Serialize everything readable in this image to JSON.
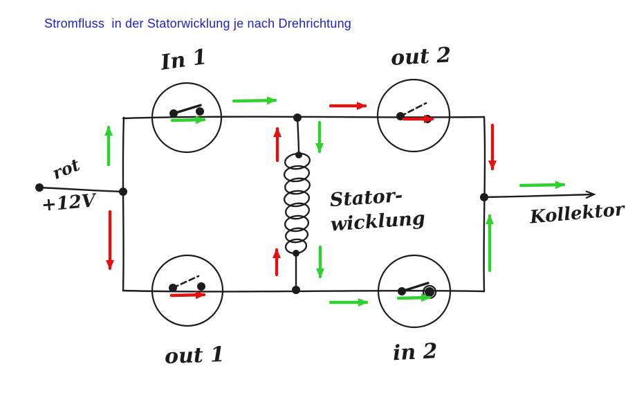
{
  "title": "Stromfluss  in der Statorwicklung je nach Drehrichtung",
  "switches": {
    "top_left": {
      "label": "In 1"
    },
    "top_right": {
      "label": "out 2"
    },
    "bottom_left": {
      "label": "out 1"
    },
    "bottom_right": {
      "label": "in 2"
    }
  },
  "supply": {
    "wire_color_label": "rot",
    "voltage": "+12V"
  },
  "coil": {
    "label_line1": "Stator-",
    "label_line2": "wicklung"
  },
  "output": {
    "label": "Kollektor"
  },
  "colors": {
    "ink": "#1c1c1c",
    "green": "#2fd12f",
    "red": "#e11212",
    "title_blue": "#2121c8"
  }
}
